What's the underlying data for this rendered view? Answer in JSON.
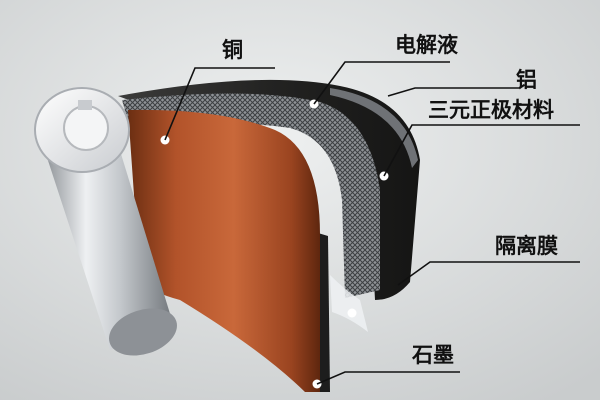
{
  "labels": {
    "copper": "铜",
    "electrolyte": "电解液",
    "aluminum": "铝",
    "cathode": "三元正极材料",
    "separator": "隔离膜",
    "graphite": "石墨"
  }
}
